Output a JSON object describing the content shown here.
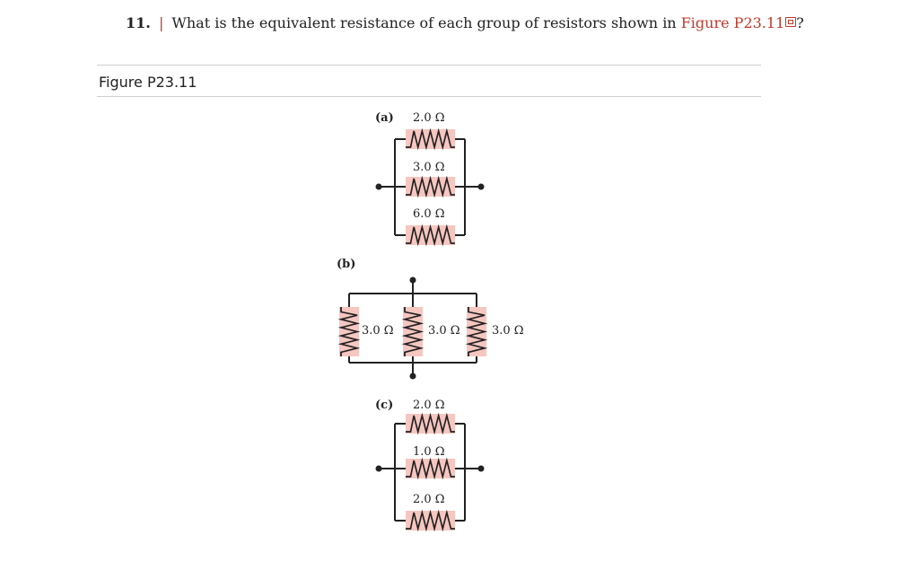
{
  "question": {
    "number": "11.",
    "separator": "|",
    "text": "What is the equivalent resistance of each group of resistors shown in ",
    "link_text": "Figure P23.11",
    "suffix": "?"
  },
  "figure_title": "Figure P23.11",
  "circuits": {
    "a": {
      "label": "(a)",
      "r1": "2.0 Ω",
      "r2": "3.0 Ω",
      "r3": "6.0 Ω"
    },
    "b": {
      "label": "(b)",
      "r1": "3.0 Ω",
      "r2": "3.0 Ω",
      "r3": "3.0 Ω"
    },
    "c": {
      "label": "(c)",
      "r1": "2.0 Ω",
      "r2": "1.0 Ω",
      "r3": "2.0 Ω"
    }
  },
  "colors": {
    "link": "#c0392b",
    "resistor_highlight": "#f6c6c0"
  },
  "icons": {
    "figure_link": "external-link-icon"
  }
}
